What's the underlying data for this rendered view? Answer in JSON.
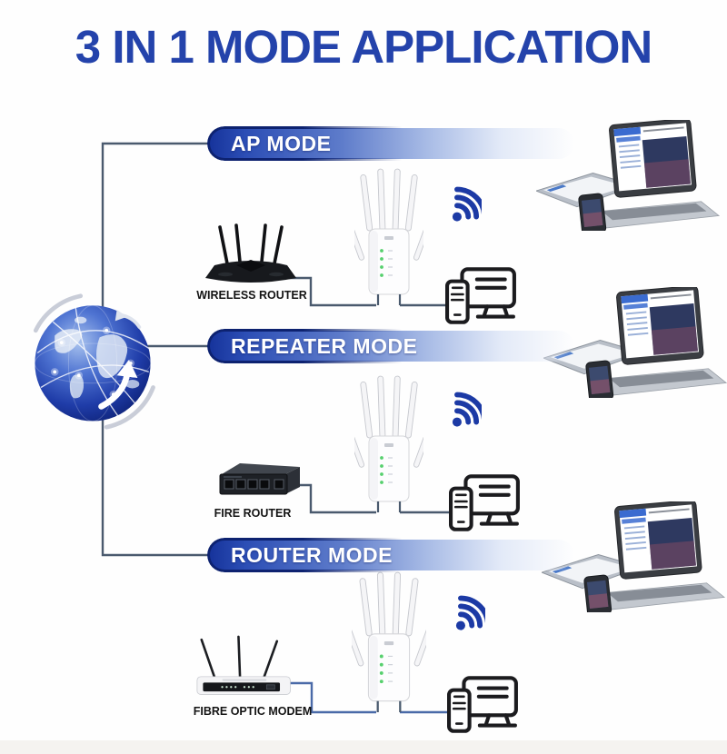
{
  "title": "3 IN 1 MODE APPLICATION",
  "colors": {
    "title_blue": "#2443ab",
    "pill_gradient_start": "#16339b",
    "pill_outline_navy": "#0d2270",
    "pill_text": "#ffffff",
    "wifi_icon_blue": "#1c3aa5",
    "connector_line_slate": "#4a5a6e",
    "connector_line_blue": "#4a6aa8",
    "globe_blue": "#1f3ca8",
    "device_label_black": "#141414"
  },
  "globe": {
    "icon": "internet-globe-icon"
  },
  "sections": [
    {
      "mode_label": "AP MODE",
      "source_device_label": "WIRELESS ROUTER",
      "source_device_icon": "wireless-router-icon",
      "repeater_icon": "wifi-repeater-device-icon",
      "signal_icon": "wifi-signal-icon",
      "clients_icon": "phone-and-monitor-icon",
      "clients_photo": "laptop-tablet-phone-photo"
    },
    {
      "mode_label": "REPEATER MODE",
      "source_device_label": "FIRE ROUTER",
      "source_device_icon": "fire-router-switch-icon",
      "repeater_icon": "wifi-repeater-device-icon",
      "signal_icon": "wifi-signal-icon",
      "clients_icon": "phone-and-monitor-icon",
      "clients_photo": "laptop-tablet-phone-photo"
    },
    {
      "mode_label": "ROUTER MODE",
      "source_device_label": "FIBRE OPTIC MODEM",
      "source_device_icon": "fibre-optic-modem-icon",
      "repeater_icon": "wifi-repeater-device-icon",
      "signal_icon": "wifi-signal-icon",
      "clients_icon": "phone-and-monitor-icon",
      "clients_photo": "laptop-tablet-phone-photo"
    }
  ]
}
